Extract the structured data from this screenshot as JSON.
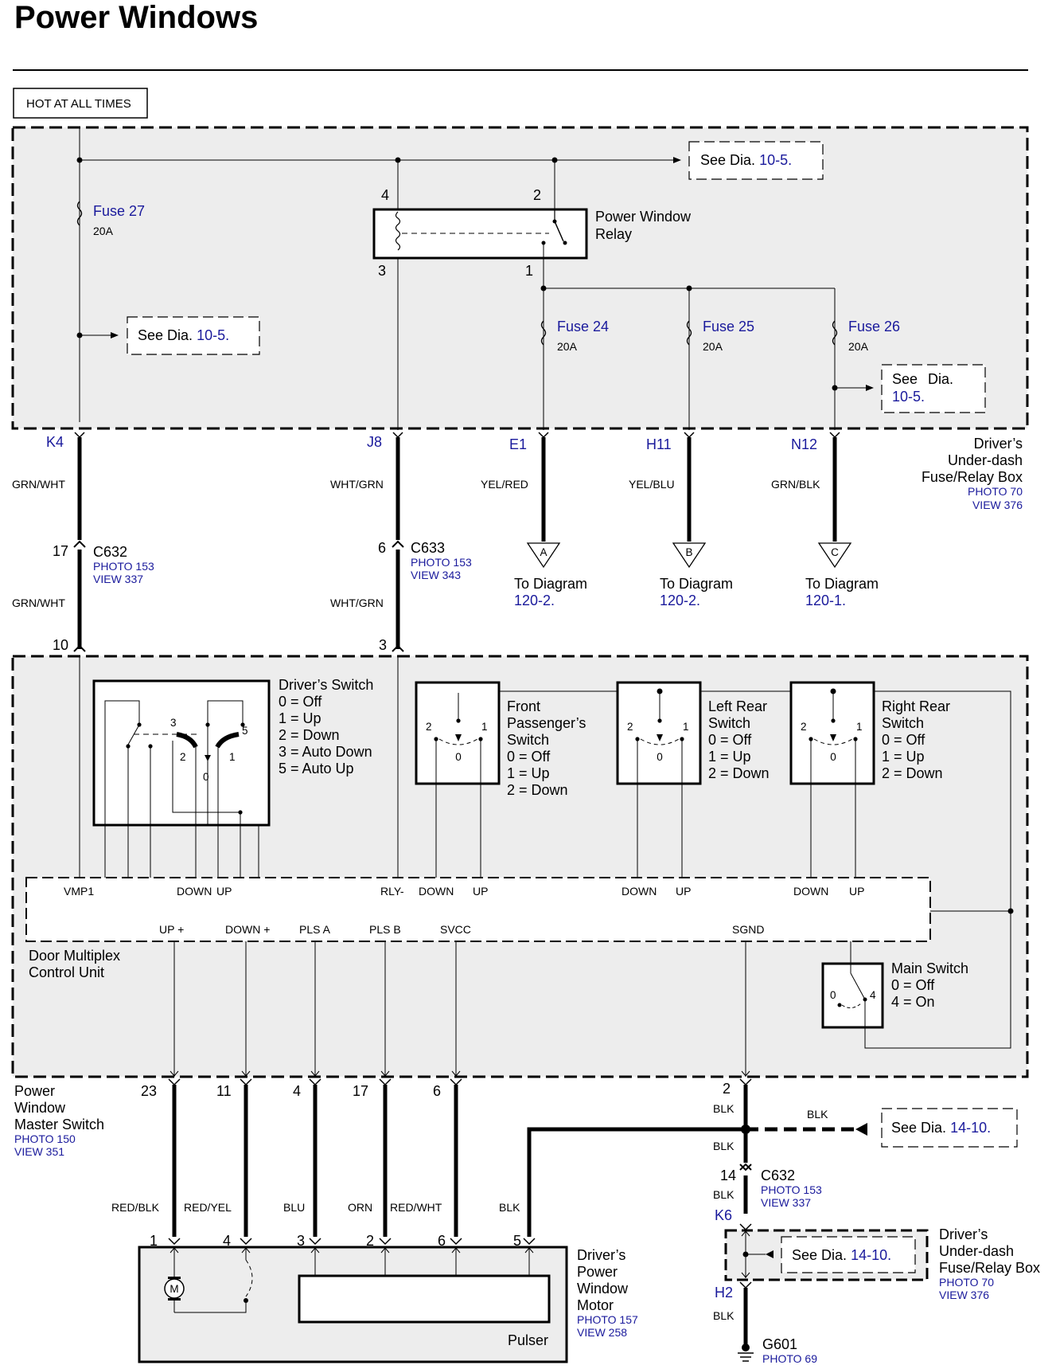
{
  "title": "Power Windows",
  "header_box": "HOT AT ALL TIMES",
  "see": {
    "see": "See",
    "dia": "Dia."
  },
  "refs": {
    "r105": "10-5.",
    "r1410": "14-10.",
    "r1202": "120-2.",
    "r1201": "120-1."
  },
  "fuses": [
    {
      "name": "Fuse 27",
      "amp": "20A"
    },
    {
      "name": "Fuse 24",
      "amp": "20A"
    },
    {
      "name": "Fuse 25",
      "amp": "20A"
    },
    {
      "name": "Fuse 26",
      "amp": "20A"
    }
  ],
  "relay": {
    "line1": "Power Window",
    "line2": "Relay",
    "pins": [
      "4",
      "2",
      "3",
      "1"
    ]
  },
  "fuse_box": {
    "l1": "Driver’s",
    "l2": "Under-dash",
    "l3": "Fuse/Relay Box",
    "photo": "PHOTO 70",
    "view": "VIEW 376"
  },
  "terminals": [
    "K4",
    "J8",
    "E1",
    "H11",
    "N12"
  ],
  "wires_top": [
    "GRN/WHT",
    "WHT/GRN",
    "YEL/RED",
    "YEL/BLU",
    "GRN/BLK"
  ],
  "c632": {
    "pin": "17",
    "name": "C632",
    "photo": "PHOTO 153",
    "view": "VIEW 337"
  },
  "c633": {
    "pin": "6",
    "name": "C633",
    "photo": "PHOTO 153",
    "view": "VIEW 343"
  },
  "to_diagram": {
    "label": "To Diagram",
    "letters": [
      "A",
      "B",
      "C"
    ]
  },
  "mcu_pins": [
    "10",
    "3"
  ],
  "drivers_switch": {
    "lines": [
      "Driver’s Switch",
      "0 = Off",
      "1 = Up",
      "2 = Down",
      "3 = Auto Down",
      "5 = Auto Up"
    ],
    "nums": [
      "3",
      "5",
      "2",
      "1",
      "0"
    ]
  },
  "fp_switch": {
    "lines": [
      "Front",
      "Passenger’s",
      "Switch",
      "0 = Off",
      "1 = Up",
      "2 = Down"
    ]
  },
  "lr_switch": {
    "lines": [
      "Left Rear",
      "Switch",
      "0 = Off",
      "1 = Up",
      "2 = Down"
    ]
  },
  "rr_switch": {
    "lines": [
      "Right Rear",
      "Switch",
      "0 = Off",
      "1 = Up",
      "2 = Down"
    ]
  },
  "sw_nums": [
    "2",
    "1",
    "0"
  ],
  "mcu_labels_top": [
    "VMP1",
    "DOWN",
    "UP",
    "RLY-",
    "DOWN",
    "UP",
    "DOWN",
    "UP",
    "DOWN",
    "UP"
  ],
  "mcu_labels_bot": [
    "UP +",
    "DOWN +",
    "PLS A",
    "PLS B",
    "SVCC",
    "SGND"
  ],
  "mcu_name": [
    "Door Multiplex",
    "Control Unit"
  ],
  "main_switch": {
    "lines": [
      "Main Switch",
      "0 = Off",
      "4 = On"
    ],
    "nums": [
      "0",
      "4"
    ]
  },
  "master_switch": {
    "lines": [
      "Power",
      "Window",
      "Master Switch"
    ],
    "photo": "PHOTO 150",
    "view": "VIEW 351"
  },
  "bottom_pins": [
    "23",
    "11",
    "4",
    "17",
    "6",
    "2"
  ],
  "bottom_wires": [
    "RED/BLK",
    "RED/YEL",
    "BLU",
    "ORN",
    "RED/WHT",
    "BLK"
  ],
  "blk": "BLK",
  "c632b": {
    "pin": "14",
    "name": "C632",
    "photo": "PHOTO 153",
    "view": "VIEW 337"
  },
  "k6": "K6",
  "h2": "H2",
  "motor_pins": [
    "1",
    "4",
    "3",
    "2",
    "6",
    "5"
  ],
  "motor": {
    "lines": [
      "Driver’s",
      "Power",
      "Window",
      "Motor"
    ],
    "photo": "PHOTO 157",
    "view": "VIEW 258",
    "pulser": "Pulser",
    "m": "M"
  },
  "ground": {
    "name": "G601",
    "photo": "PHOTO 69"
  }
}
